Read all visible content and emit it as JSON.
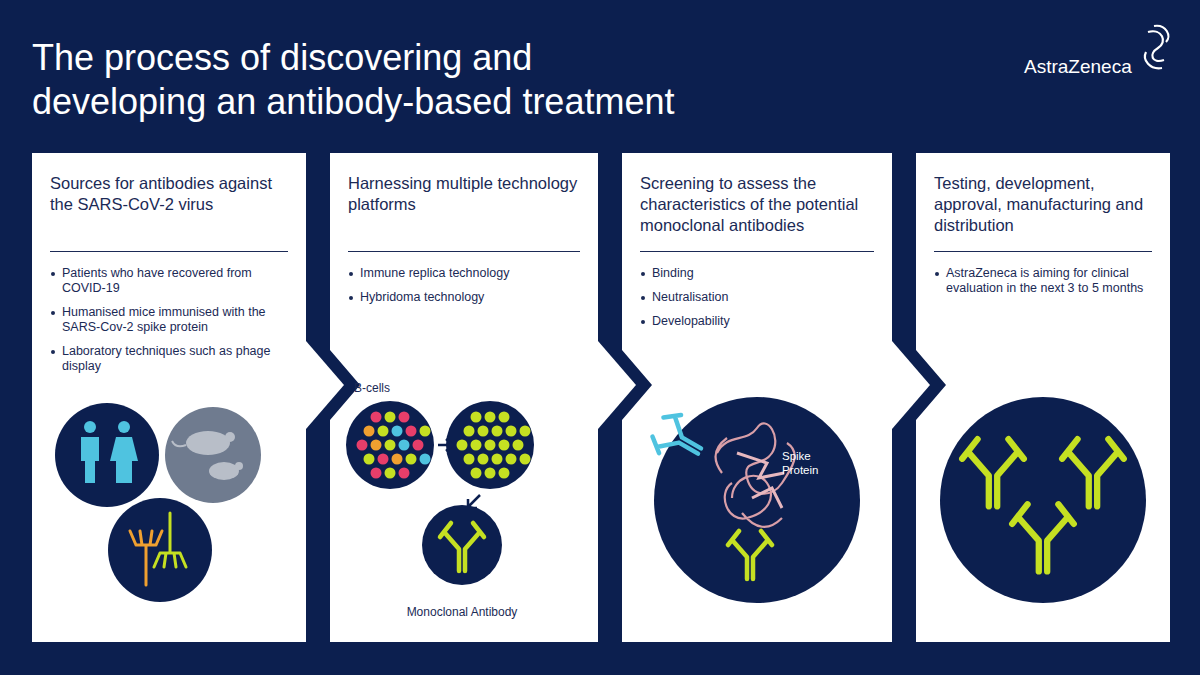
{
  "diagram": {
    "title": "The process of discovering and developing an antibody-based treatment",
    "nodes": [
      {
        "text": [
          "Sources for antibodies against the SARS-CoV-2 virus",
          "Patients who have recovered from COVID-19",
          "Humanised mice immunised with the SARS-Cov-2 spike protein",
          "Laboratory techniques such as phage display"
        ]
      },
      {
        "text": [
          "Harnessing multiple technology platforms",
          "Immune replica technology",
          "Hybridoma technology"
        ]
      },
      {
        "text": [
          "Screening to assess the characteristics of the potential monoclonal antibodies",
          "Binding",
          "Neutralisation",
          "Developability"
        ]
      },
      {
        "text": [
          "Testing, development, approval, manufacturing and distribution",
          "AstraZeneca is aiming for clinical evaluation in the next 3 to 5 months"
        ]
      }
    ],
    "edges": [
      {
        "from": 0,
        "to": 1,
        "arrow": "to"
      },
      {
        "from": 1,
        "to": 2,
        "arrow": "to"
      },
      {
        "from": 2,
        "to": 3,
        "arrow": "to"
      }
    ],
    "labels": [
      "B-cells",
      "Monoclonal Antibody",
      "Spike Protein",
      "AstraZeneca"
    ]
  }
}
